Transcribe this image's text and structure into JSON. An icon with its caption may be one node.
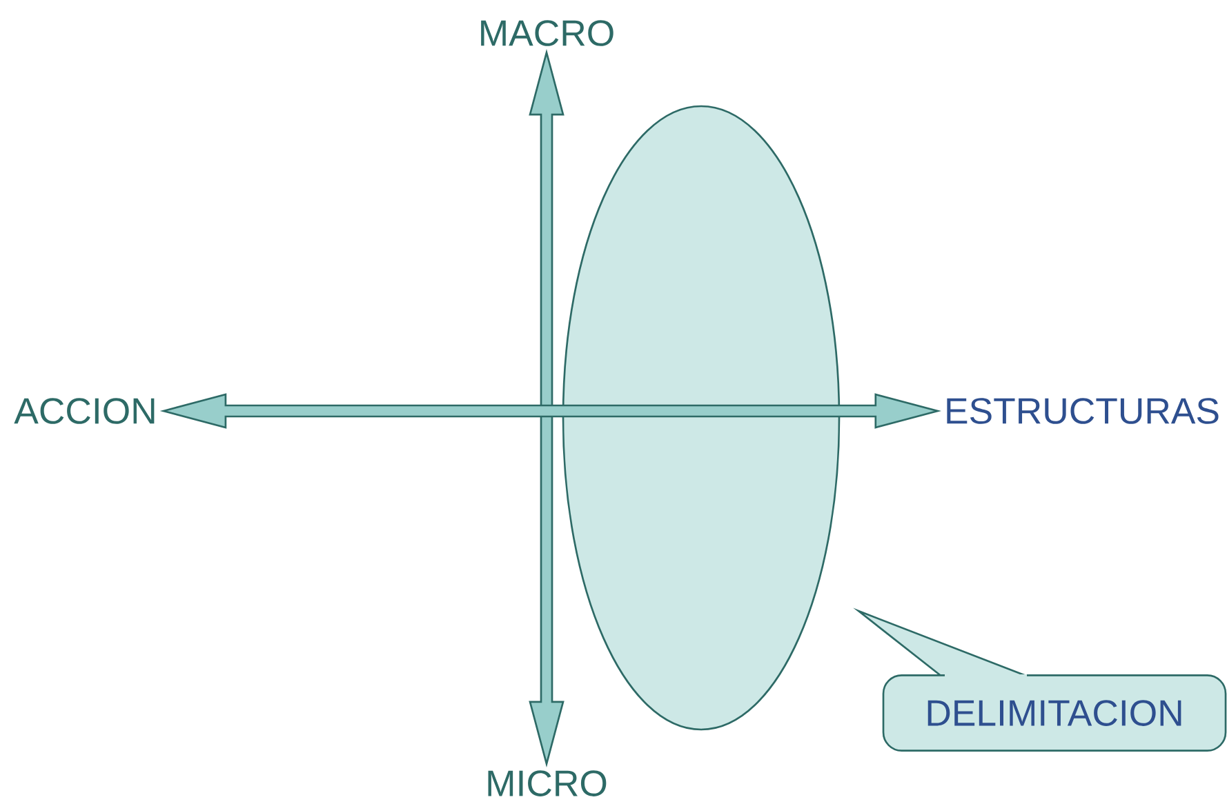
{
  "diagram": {
    "nodes": [
      {
        "text": [
          "MACRO"
        ]
      },
      {
        "text": [
          "ACCION"
        ]
      },
      {
        "text": [
          "ESTRUCTURAS"
        ]
      },
      {
        "text": [
          "MICRO"
        ]
      },
      {
        "text": [],
        "shape": "ellipse"
      },
      {
        "text": [
          "DELIMITACION"
        ]
      }
    ],
    "edges": [
      {
        "from": 0,
        "to": 3,
        "arrow": "both"
      },
      {
        "from": 1,
        "to": 2,
        "arrow": "both"
      }
    ]
  }
}
